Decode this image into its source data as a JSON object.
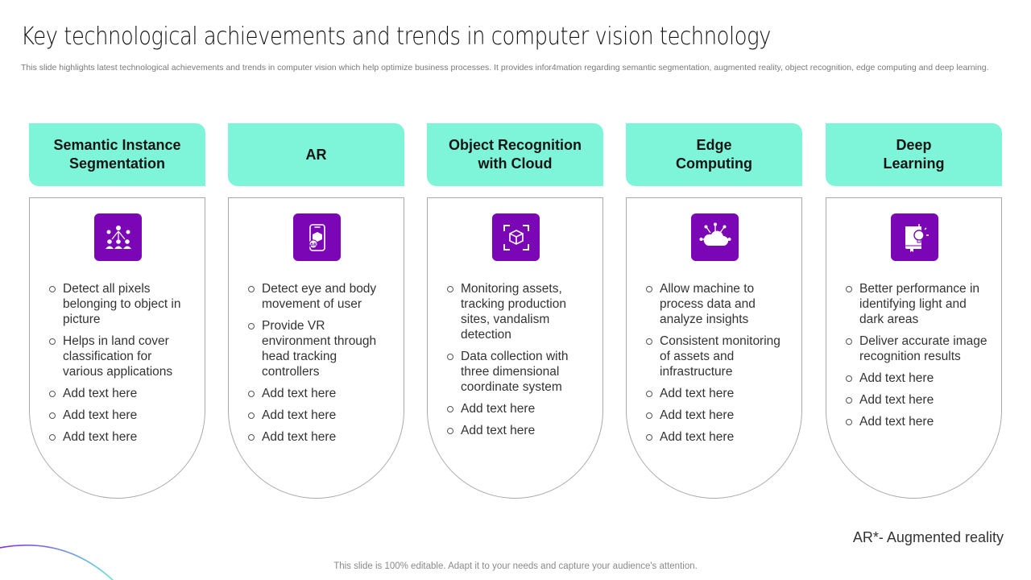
{
  "slide": {
    "title": "Key technological achievements and trends in computer vision technology",
    "subtitle": "This slide highlights latest technological achievements and trends in computer vision which help optimize business processes. It provides infor4mation regarding semantic segmentation, augmented reality, object recognition, edge computing and deep learning.",
    "footnote": "AR*-  Augmented reality",
    "footer": "This slide is 100% editable. Adapt it to your needs and capture your audience's attention."
  },
  "colors": {
    "header_fill": "#7ef5d8",
    "icon_fill": "#7a06b5",
    "outline": "#a9a9a9"
  },
  "cards": [
    {
      "heading": "Semantic Instance Segmentation",
      "icon": "people-network-icon",
      "bullets": [
        "Detect all pixels belonging to object in picture",
        "Helps in land cover classification for various applications",
        "Add text here",
        "Add text here",
        "Add text here"
      ]
    },
    {
      "heading": "AR",
      "icon": "ar-phone-icon",
      "bullets": [
        "Detect eye and body movement of user",
        "Provide VR environment through head tracking controllers",
        "Add text here",
        "Add text here",
        "Add text here"
      ]
    },
    {
      "heading": "Object Recognition with Cloud",
      "icon": "scan-cube-icon",
      "bullets": [
        "Monitoring assets, tracking production sites, vandalism detection",
        "Data collection with three dimensional coordinate system",
        "Add text here",
        "Add text here"
      ]
    },
    {
      "heading": "Edge Computing",
      "icon": "cloud-network-icon",
      "bullets": [
        "Allow machine to process data and analyze insights",
        "Consistent monitoring of assets and infrastructure",
        "Add text here",
        "Add text here",
        "Add text here"
      ]
    },
    {
      "heading": "Deep Learning",
      "icon": "book-lightbulb-icon",
      "bullets": [
        "Better performance in identifying light and dark areas",
        "Deliver accurate image recognition results",
        "Add text here",
        "Add text here",
        "Add text here"
      ]
    }
  ]
}
